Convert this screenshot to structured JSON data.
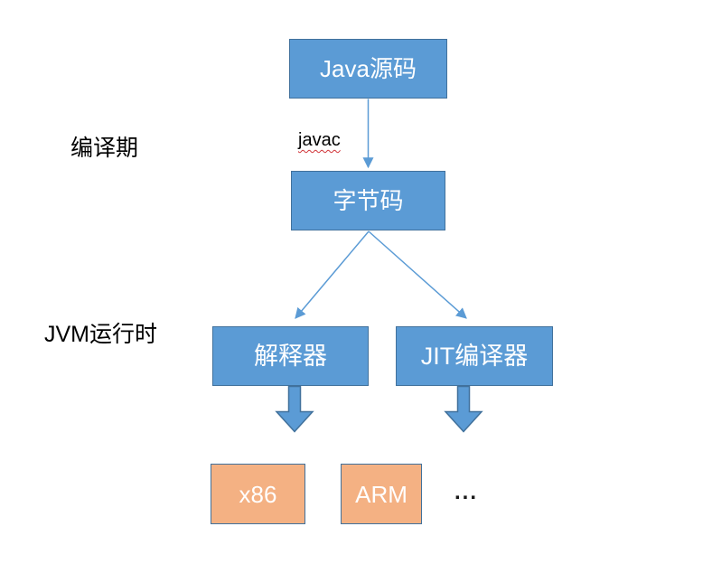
{
  "diagram": {
    "stage_labels": {
      "compile": "编译期",
      "runtime": "JVM运行时"
    },
    "nodes": {
      "java_source": "Java源码",
      "bytecode": "字节码",
      "interpreter": "解释器",
      "jit_compiler": "JIT编译器",
      "x86": "x86",
      "arm": "ARM",
      "more": "..."
    },
    "edge_labels": {
      "javac": "javac"
    },
    "colors": {
      "node_fill_blue": "#5B9BD5",
      "node_border_blue": "#41719C",
      "node_fill_orange": "#F4B183",
      "node_border_orange": "#41719C",
      "connector_blue": "#5B9BD5",
      "divider_blue": "#7FA8D9",
      "javac_underline_red": "#D13438",
      "node_text": "#FFFFFF",
      "label_text": "#000000"
    }
  }
}
